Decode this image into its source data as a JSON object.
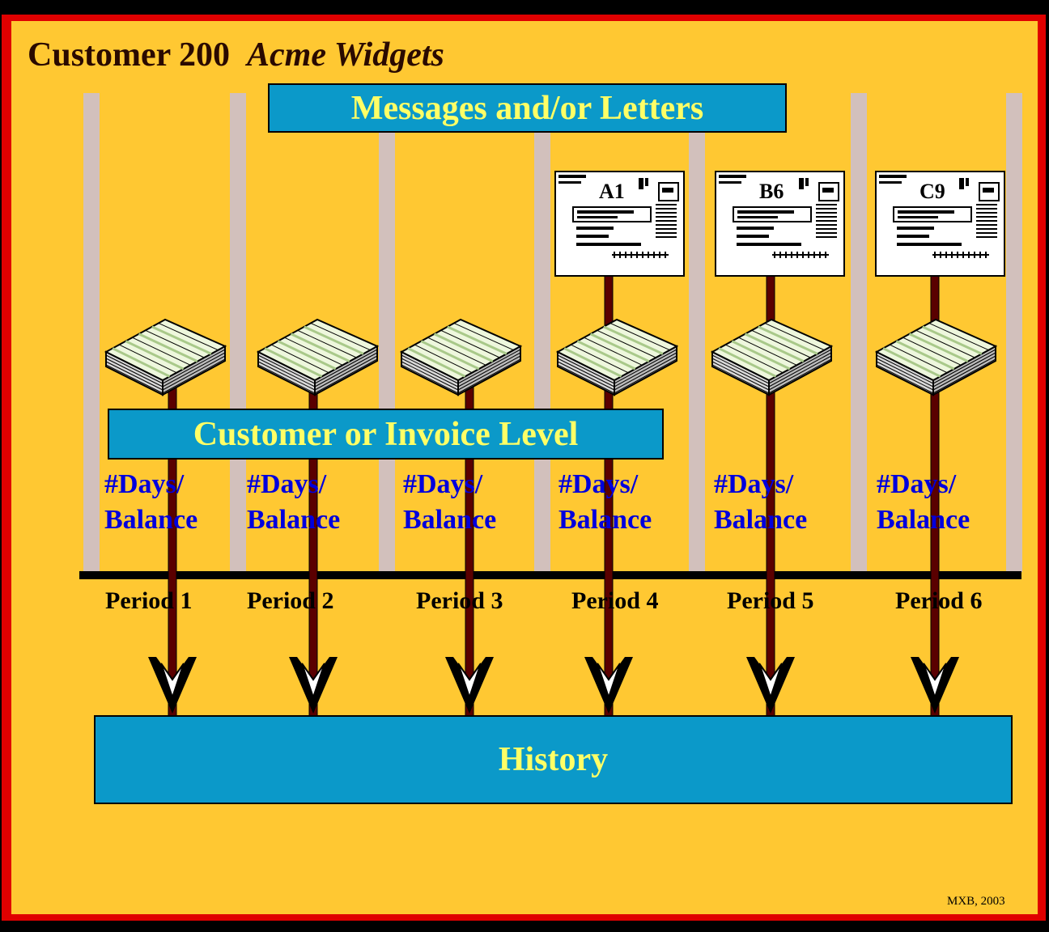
{
  "title": {
    "main": "Customer 200",
    "italic": "Acme Widgets"
  },
  "messages_box": "Messages and/or Letters",
  "level_box": "Customer or Invoice Level",
  "history_box": "History",
  "credit": "MXB, 2003",
  "colors": {
    "background": "#ffc832",
    "border_red": "#e00000",
    "box_fill": "#0b99c9",
    "box_text": "#ffff66",
    "label_blue": "#0000dd",
    "stem": "#5a0000",
    "column": "#d2c0bc"
  },
  "periods": [
    {
      "label": "Period 1",
      "days": "#Days/",
      "balance": "Balance",
      "letter": null
    },
    {
      "label": "Period 2",
      "days": "#Days/",
      "balance": "Balance",
      "letter": null
    },
    {
      "label": "Period 3",
      "days": "#Days/",
      "balance": "Balance",
      "letter": null
    },
    {
      "label": "Period 4",
      "days": "#Days/",
      "balance": "Balance",
      "letter": "A1"
    },
    {
      "label": "Period 5",
      "days": "#Days/",
      "balance": "Balance",
      "letter": "B6"
    },
    {
      "label": "Period 6",
      "days": "#Days/",
      "balance": "Balance",
      "letter": "C9"
    }
  ],
  "icons": {
    "ledger": "ledger-stack-icon",
    "letter": "letter-document-icon",
    "arrow": "down-arrow-icon"
  }
}
